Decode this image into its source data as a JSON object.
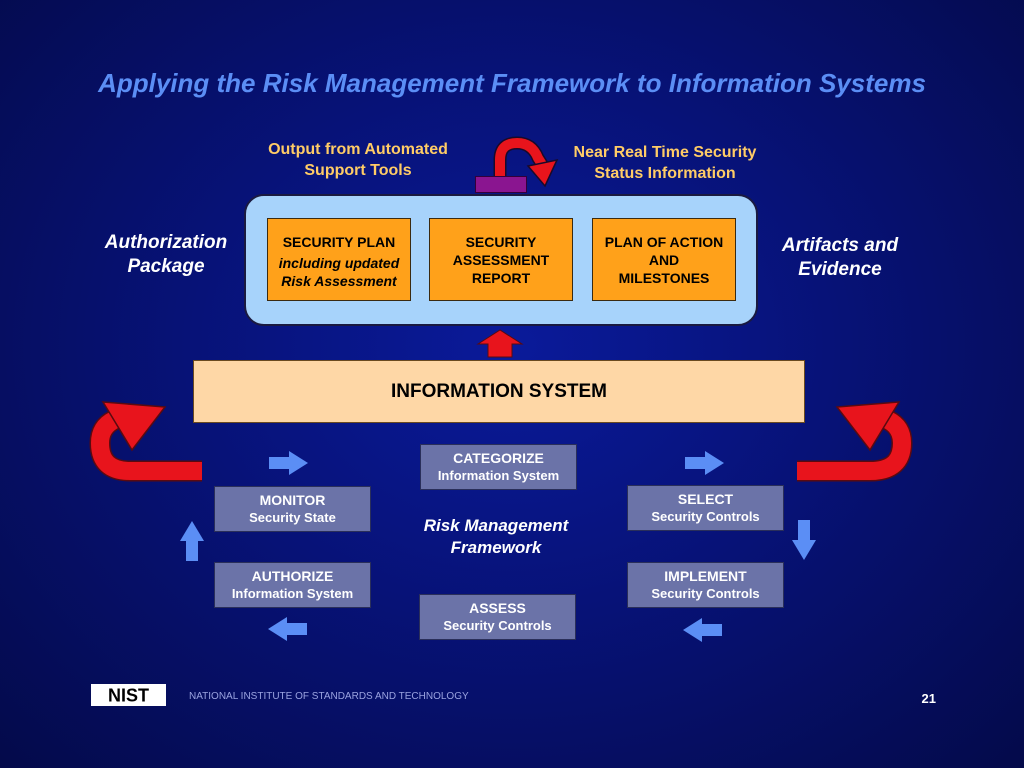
{
  "title": "Applying the Risk Management Framework to Information Systems",
  "captions": {
    "output_tools": "Output from Automated Support Tools",
    "near_real_time": "Near Real Time Security Status Information"
  },
  "side_labels": {
    "left": "Authorization Package",
    "right": "Artifacts and Evidence"
  },
  "documents": {
    "security_plan": {
      "line1": "SECURITY PLAN",
      "line2": "including updated",
      "line3": "Risk Assessment"
    },
    "assessment_report": {
      "line1": "SECURITY",
      "line2": "ASSESSMENT",
      "line3": "REPORT"
    },
    "poam": {
      "line1": "PLAN OF ACTION",
      "line2": "AND",
      "line3": "MILESTONES"
    }
  },
  "information_system": "INFORMATION SYSTEM",
  "steps": {
    "categorize": {
      "title": "CATEGORIZE",
      "subtitle": "Information System"
    },
    "select": {
      "title": "SELECT",
      "subtitle": "Security Controls"
    },
    "implement": {
      "title": "IMPLEMENT",
      "subtitle": "Security Controls"
    },
    "assess": {
      "title": "ASSESS",
      "subtitle": "Security Controls"
    },
    "authorize": {
      "title": "AUTHORIZE",
      "subtitle": "Information System"
    },
    "monitor": {
      "title": "MONITOR",
      "subtitle": "Security State"
    }
  },
  "rmf_center": {
    "line1": "Risk Management",
    "line2": "Framework"
  },
  "footer": {
    "logo": "NIST",
    "org": "NATIONAL INSTITUTE OF STANDARDS AND TECHNOLOGY",
    "page": "21"
  },
  "colors": {
    "title": "#5b8ef5",
    "caption": "#ffcc66",
    "panel": "#a7d3fb",
    "document": "#ffa11a",
    "info_system": "#fed7a6",
    "step": "#6b73a8",
    "arrow_red": "#e8141c",
    "arrow_blue": "#5b8ef5",
    "tab_purple": "#8a1590"
  },
  "icons": [
    "curved-red-arrow-icon",
    "red-up-arrow-icon",
    "blue-right-arrow-icon",
    "blue-down-arrow-icon",
    "blue-left-arrow-icon",
    "blue-up-arrow-icon"
  ]
}
